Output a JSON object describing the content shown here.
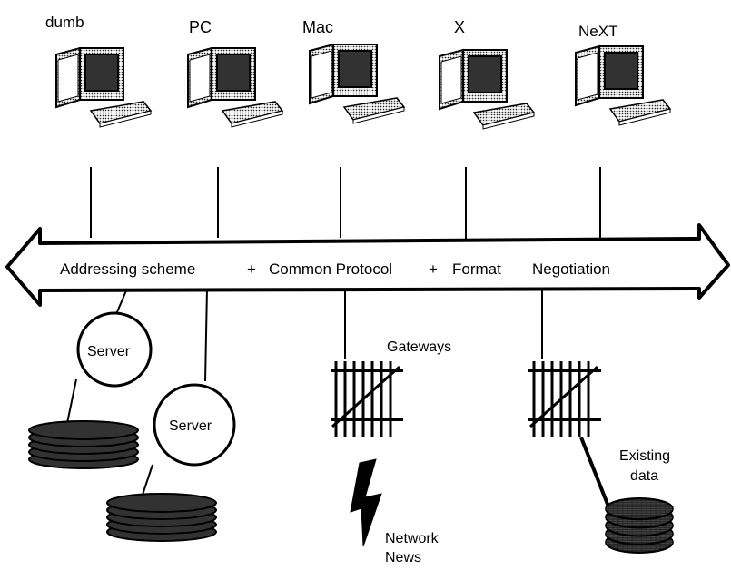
{
  "clients": [
    {
      "label": "dumb",
      "icon": "computer-icon"
    },
    {
      "label": "PC",
      "icon": "computer-icon"
    },
    {
      "label": "Mac",
      "icon": "computer-icon"
    },
    {
      "label": "X",
      "icon": "computer-icon"
    },
    {
      "label": "NeXT",
      "icon": "computer-icon"
    }
  ],
  "bus": {
    "addressing": "Addressing scheme",
    "plus1": "+",
    "protocol": "Common Protocol",
    "plus2": "+",
    "format": "Format",
    "negotiation": "Negotiation"
  },
  "servers": [
    {
      "label": "Server"
    },
    {
      "label": "Server"
    }
  ],
  "gateways": {
    "label": "Gateways"
  },
  "network_news": {
    "line1": "Network",
    "line2": "News"
  },
  "existing_data": {
    "line1": "Existing",
    "line2": "data"
  }
}
